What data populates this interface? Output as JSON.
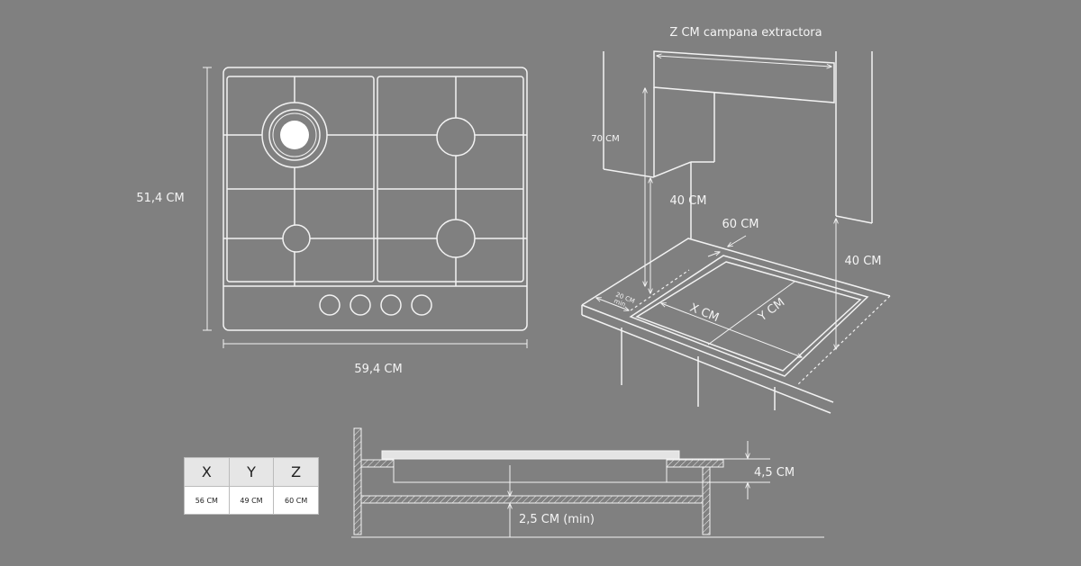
{
  "hob": {
    "height_label": "51,4 CM",
    "width_label": "59,4 CM"
  },
  "installation": {
    "hood_label": "Z CM campana extractora",
    "cabinet_height_label": "70 CM",
    "hood_clearance_label": "40 CM",
    "depth_label": "60 CM",
    "side_clearance_label": "40 CM",
    "front_margin_label": "20 CM",
    "front_margin_min": "min",
    "cutout_x_label": "X CM",
    "cutout_y_label": "Y CM"
  },
  "section": {
    "height_label": "4,5 CM",
    "gap_label": "2,5 CM (min)"
  },
  "table": {
    "headers": [
      "X",
      "Y",
      "Z"
    ],
    "values": [
      "56 CM",
      "49 CM",
      "60 CM"
    ]
  }
}
